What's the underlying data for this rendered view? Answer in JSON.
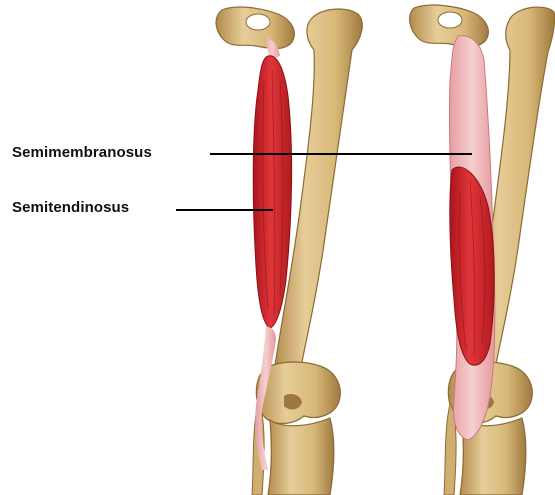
{
  "labels": {
    "semimembranosus": "Semimembranosus",
    "semitendinosus": "Semitendinosus"
  },
  "colors": {
    "bone": "#ddc089",
    "bone_shadow": "#b8955a",
    "muscle": "#d8282e",
    "muscle_dark": "#a9151b",
    "tendon": "#f1b9bb",
    "leader_line": "#000000"
  },
  "icons": {
    "left_leg": "thigh-bones-with-semitendinosus",
    "right_leg": "thigh-bones-with-semimembranosus"
  }
}
